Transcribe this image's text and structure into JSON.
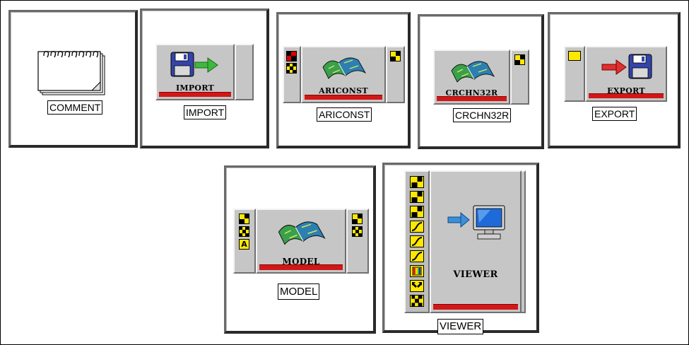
{
  "modules": [
    {
      "id": "comment",
      "caption": "COMMENT"
    },
    {
      "id": "import",
      "caption": "IMPORT",
      "label": "IMPORT"
    },
    {
      "id": "ariconst",
      "caption": "ARICONST",
      "label": "ARICONST"
    },
    {
      "id": "crchn32r",
      "caption": "CRCHN32R",
      "label": "CRCHN32R"
    },
    {
      "id": "export",
      "caption": "EXPORT",
      "label": "EXPORT"
    },
    {
      "id": "model",
      "caption": "MODEL",
      "label": "MODEL",
      "port_letter": "A"
    },
    {
      "id": "viewer",
      "caption": "VIEWER",
      "label": "VIEWER"
    }
  ],
  "icons": {
    "comment": "notepad-icon",
    "import": "floppy-disk-arrow-right-icon",
    "export": "arrow-floppy-disk-icon",
    "grid": "grid-surface-icon",
    "viewer": "arrow-monitor-icon"
  },
  "colors": {
    "status_bar": "#d21717",
    "port": "#ffe800",
    "port_alt": "#d80000",
    "module_face": "#c6c6c6"
  }
}
